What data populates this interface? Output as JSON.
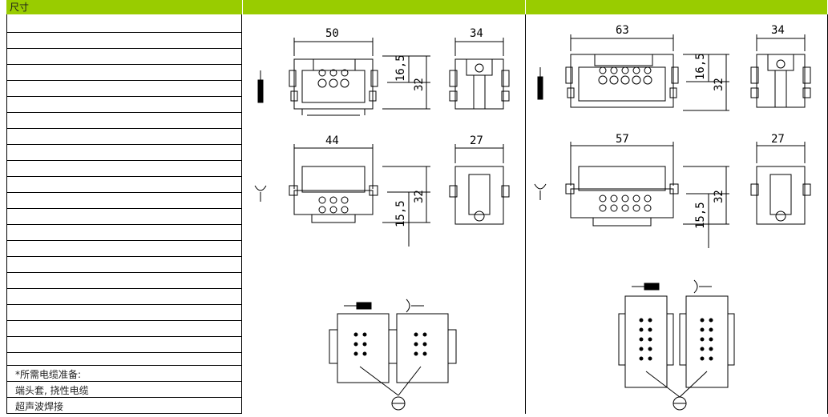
{
  "header": {
    "title": "尺寸"
  },
  "notes": {
    "line1": "*所需电缆准备:",
    "line2": "端头套, 挠性电缆",
    "line3": "超声波焊接"
  },
  "drawing_left": {
    "male_width": "50",
    "male_side_width": "34",
    "male_height_a": "16,5",
    "male_height_b": "32",
    "female_width": "44",
    "female_side_width": "27",
    "female_height_a": "15,5",
    "female_height_b": "32"
  },
  "drawing_right": {
    "male_width": "63",
    "male_side_width": "34",
    "male_height_a": "16,5",
    "male_height_b": "32",
    "female_width": "57",
    "female_side_width": "27",
    "female_height_a": "15,5",
    "female_height_b": "32"
  }
}
